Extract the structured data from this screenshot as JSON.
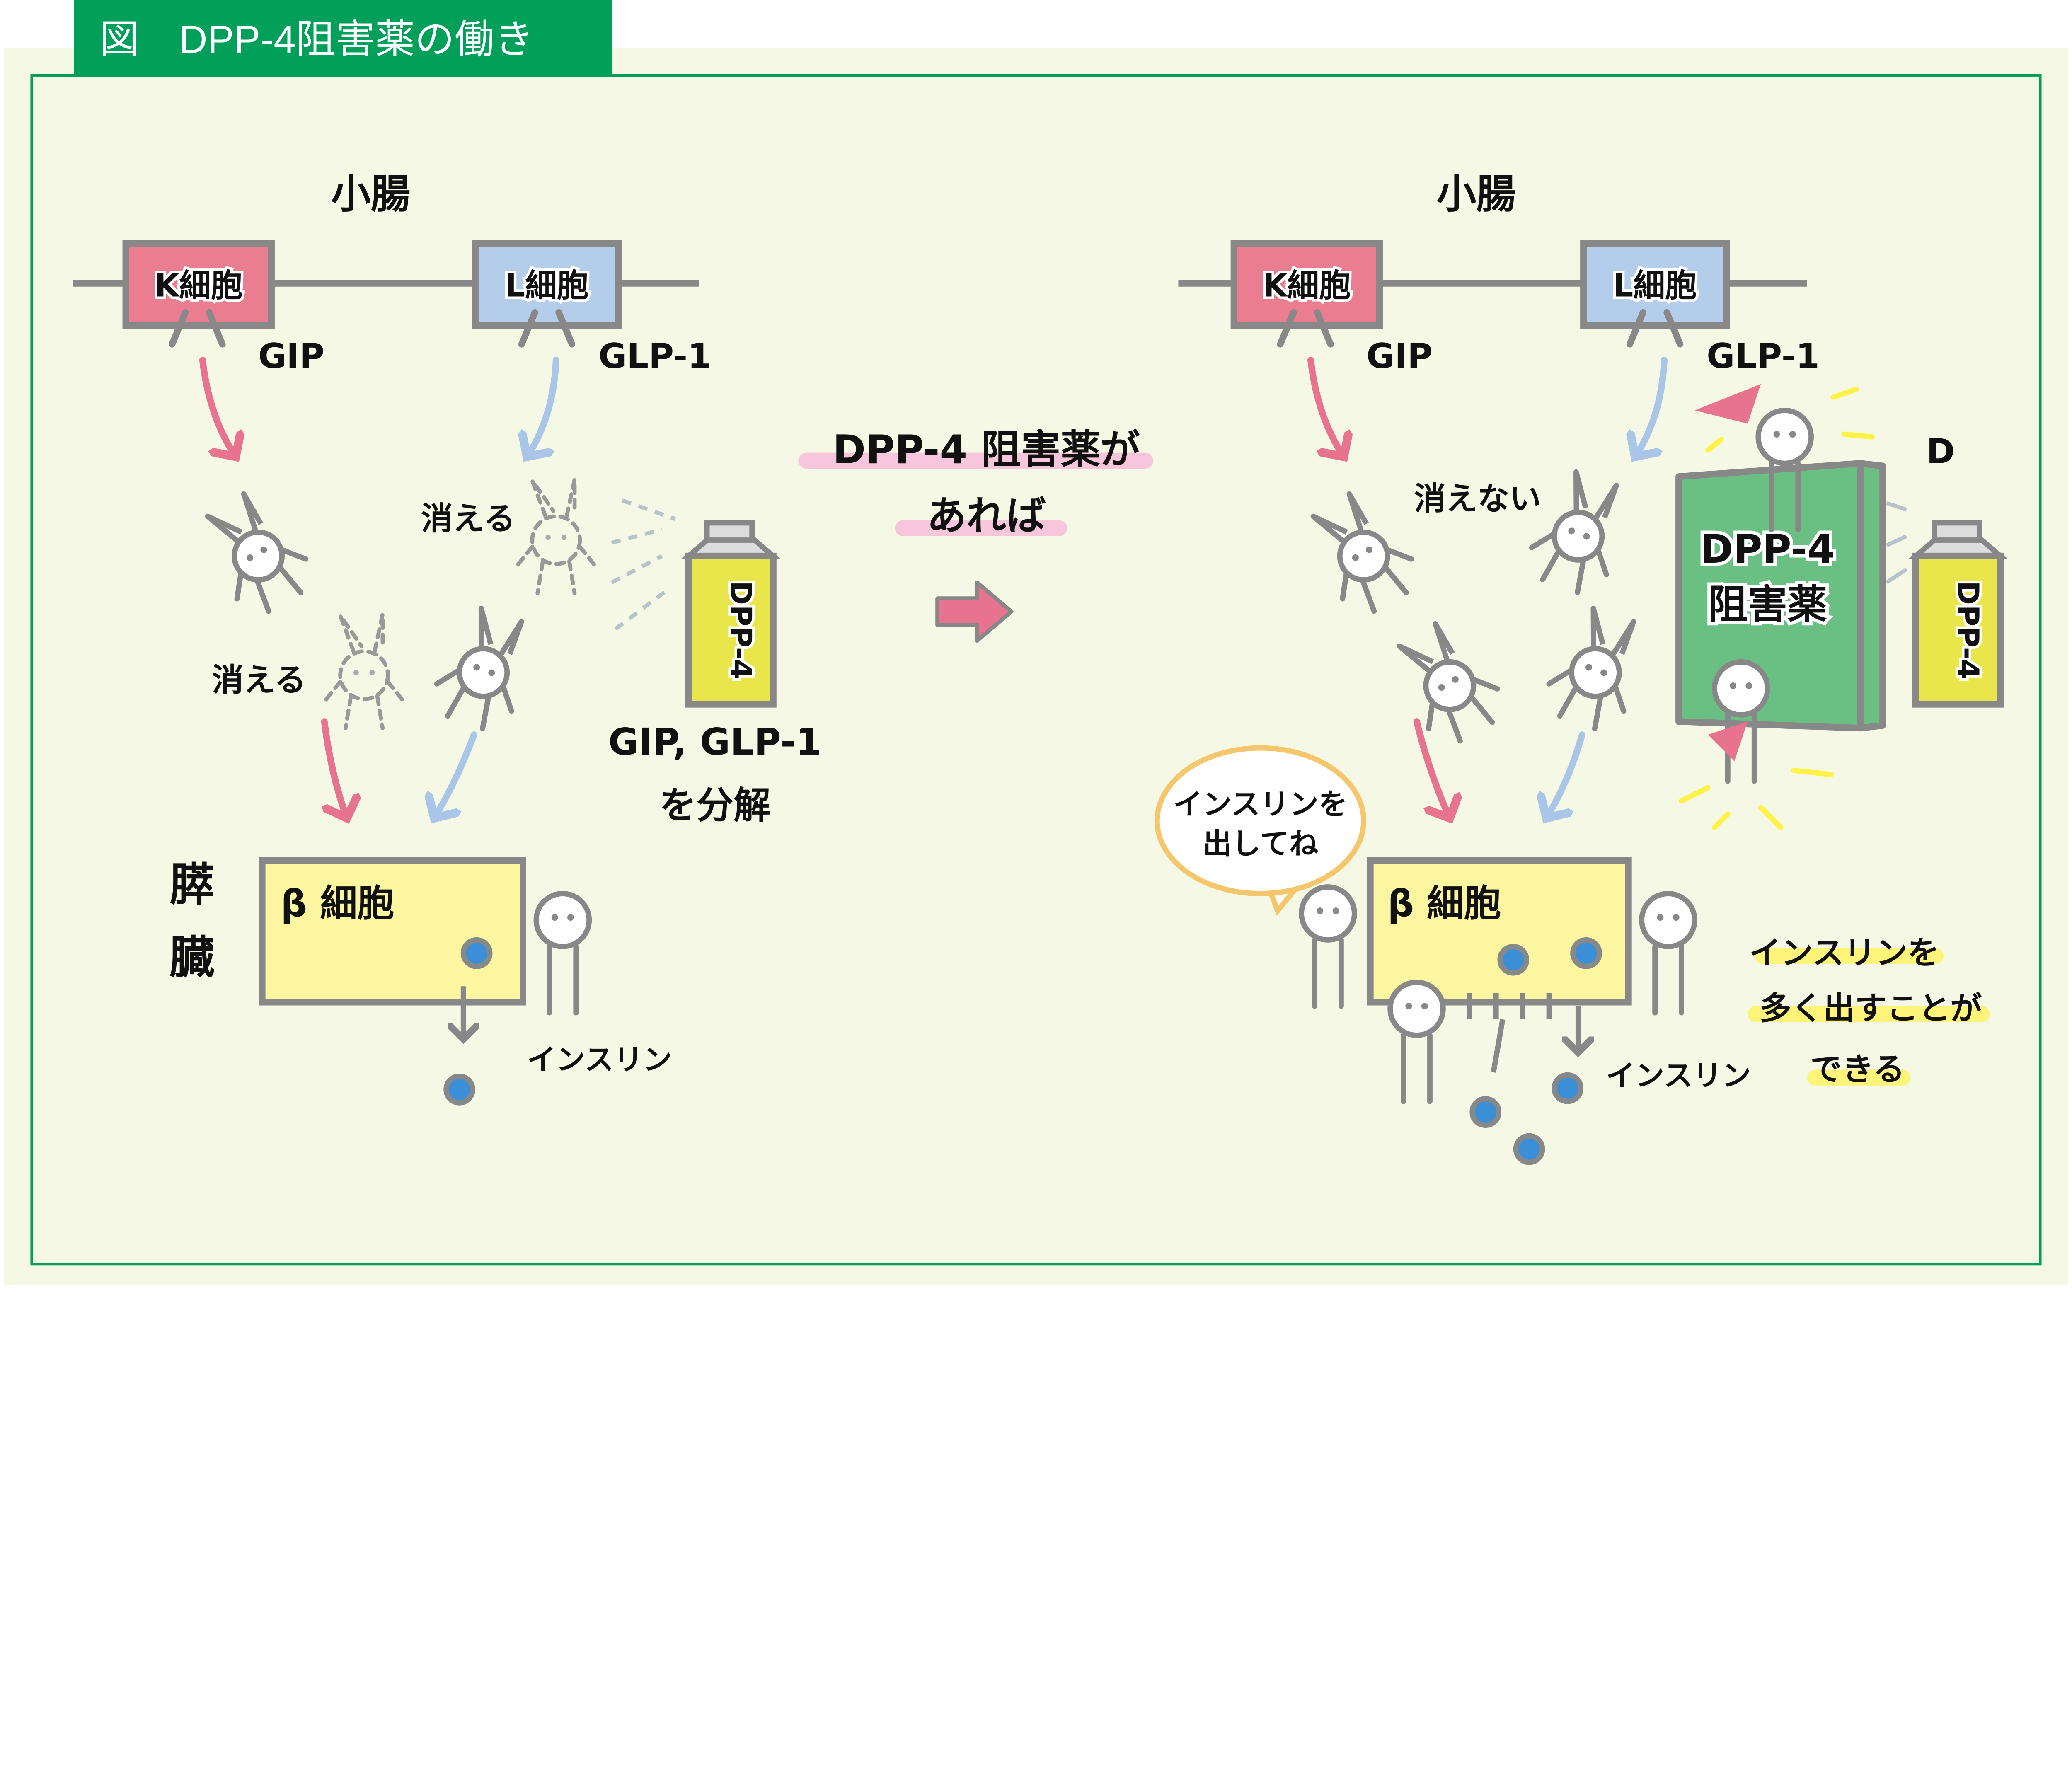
{
  "header": {
    "title": "図　DPP-4阻害薬の働き"
  },
  "colors": {
    "green": "#00a05a",
    "background": "#f5f8e4",
    "k_cell": "#eb7d91",
    "l_cell": "#b3cdea",
    "beta_cell": "#fdf6a0",
    "spray": "#e8e64a",
    "insulin": "#3a8fd6",
    "book": "#6abf83",
    "highlight_yellow": "#fff47a",
    "highlight_pink": "#f7c6dd"
  },
  "left": {
    "organ_top": "小腸",
    "k_cell": "K細胞",
    "l_cell": "L細胞",
    "gip": "GIP",
    "glp1": "GLP-1",
    "vanish_1": "消える",
    "vanish_2": "消える",
    "spray_label": "DPP-4",
    "degrade_line1": "GIP, GLP-1",
    "degrade_line2": "を分解",
    "pancreas_1": "膵",
    "pancreas_2": "臓",
    "beta_cell": "β 細胞",
    "insulin": "インスリン"
  },
  "middle": {
    "line1": "DPP-4 阻害薬が",
    "line2": "あれば"
  },
  "right": {
    "organ_top": "小腸",
    "k_cell": "K細胞",
    "l_cell": "L細胞",
    "gip": "GIP",
    "glp1": "GLP-1",
    "not_vanish": "消えない",
    "book_line1": "DPP-4",
    "book_line2": "阻害薬",
    "d_label": "D",
    "spray_label": "DPP-4",
    "speech_line1": "インスリンを",
    "speech_line2": "出してね",
    "beta_cell": "β 細胞",
    "insulin": "インスリン",
    "result_line1": "インスリンを",
    "result_line2": "多く出すことが",
    "result_line3": "できる"
  }
}
